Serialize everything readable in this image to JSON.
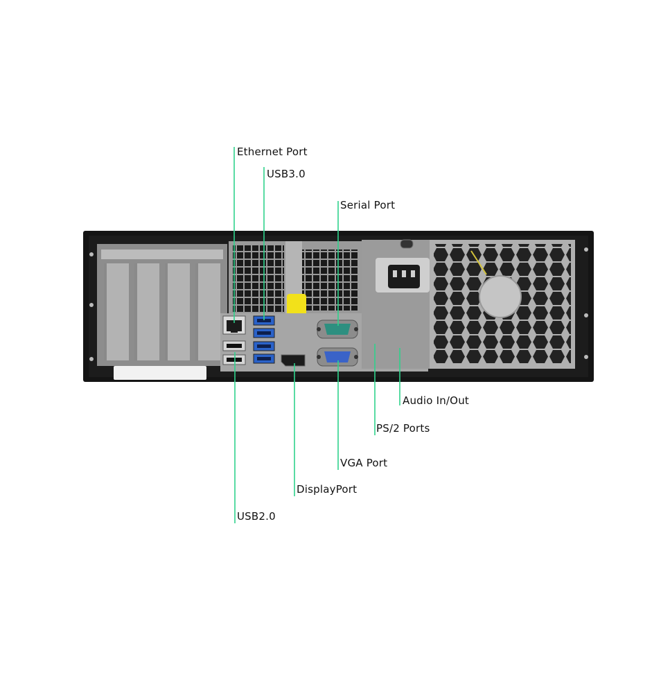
{
  "colors": {
    "callout_line": "#2fd28c",
    "chassis": "#141414",
    "metal": "#a9a9a9",
    "usb3": "#2a62c9",
    "vga": "#3a63c8",
    "ps2": "#2fa84a",
    "audio_in": "#3aa7d8",
    "audio_out": "#8bd23d",
    "marker": "#f2e11a"
  },
  "callouts": {
    "ethernet": "Ethernet Port",
    "usb3": "USB3.0",
    "serial": "Serial Port",
    "audio": "Audio In/Out",
    "ps2": "PS/2 Ports",
    "vga": "VGA Port",
    "displayport": "DisplayPort",
    "usb2": "USB2.0"
  },
  "icons": {
    "usb_symbol": "usb-icon",
    "psu_fan": "fan-grille-icon",
    "power_inlet": "power-inlet-icon"
  }
}
